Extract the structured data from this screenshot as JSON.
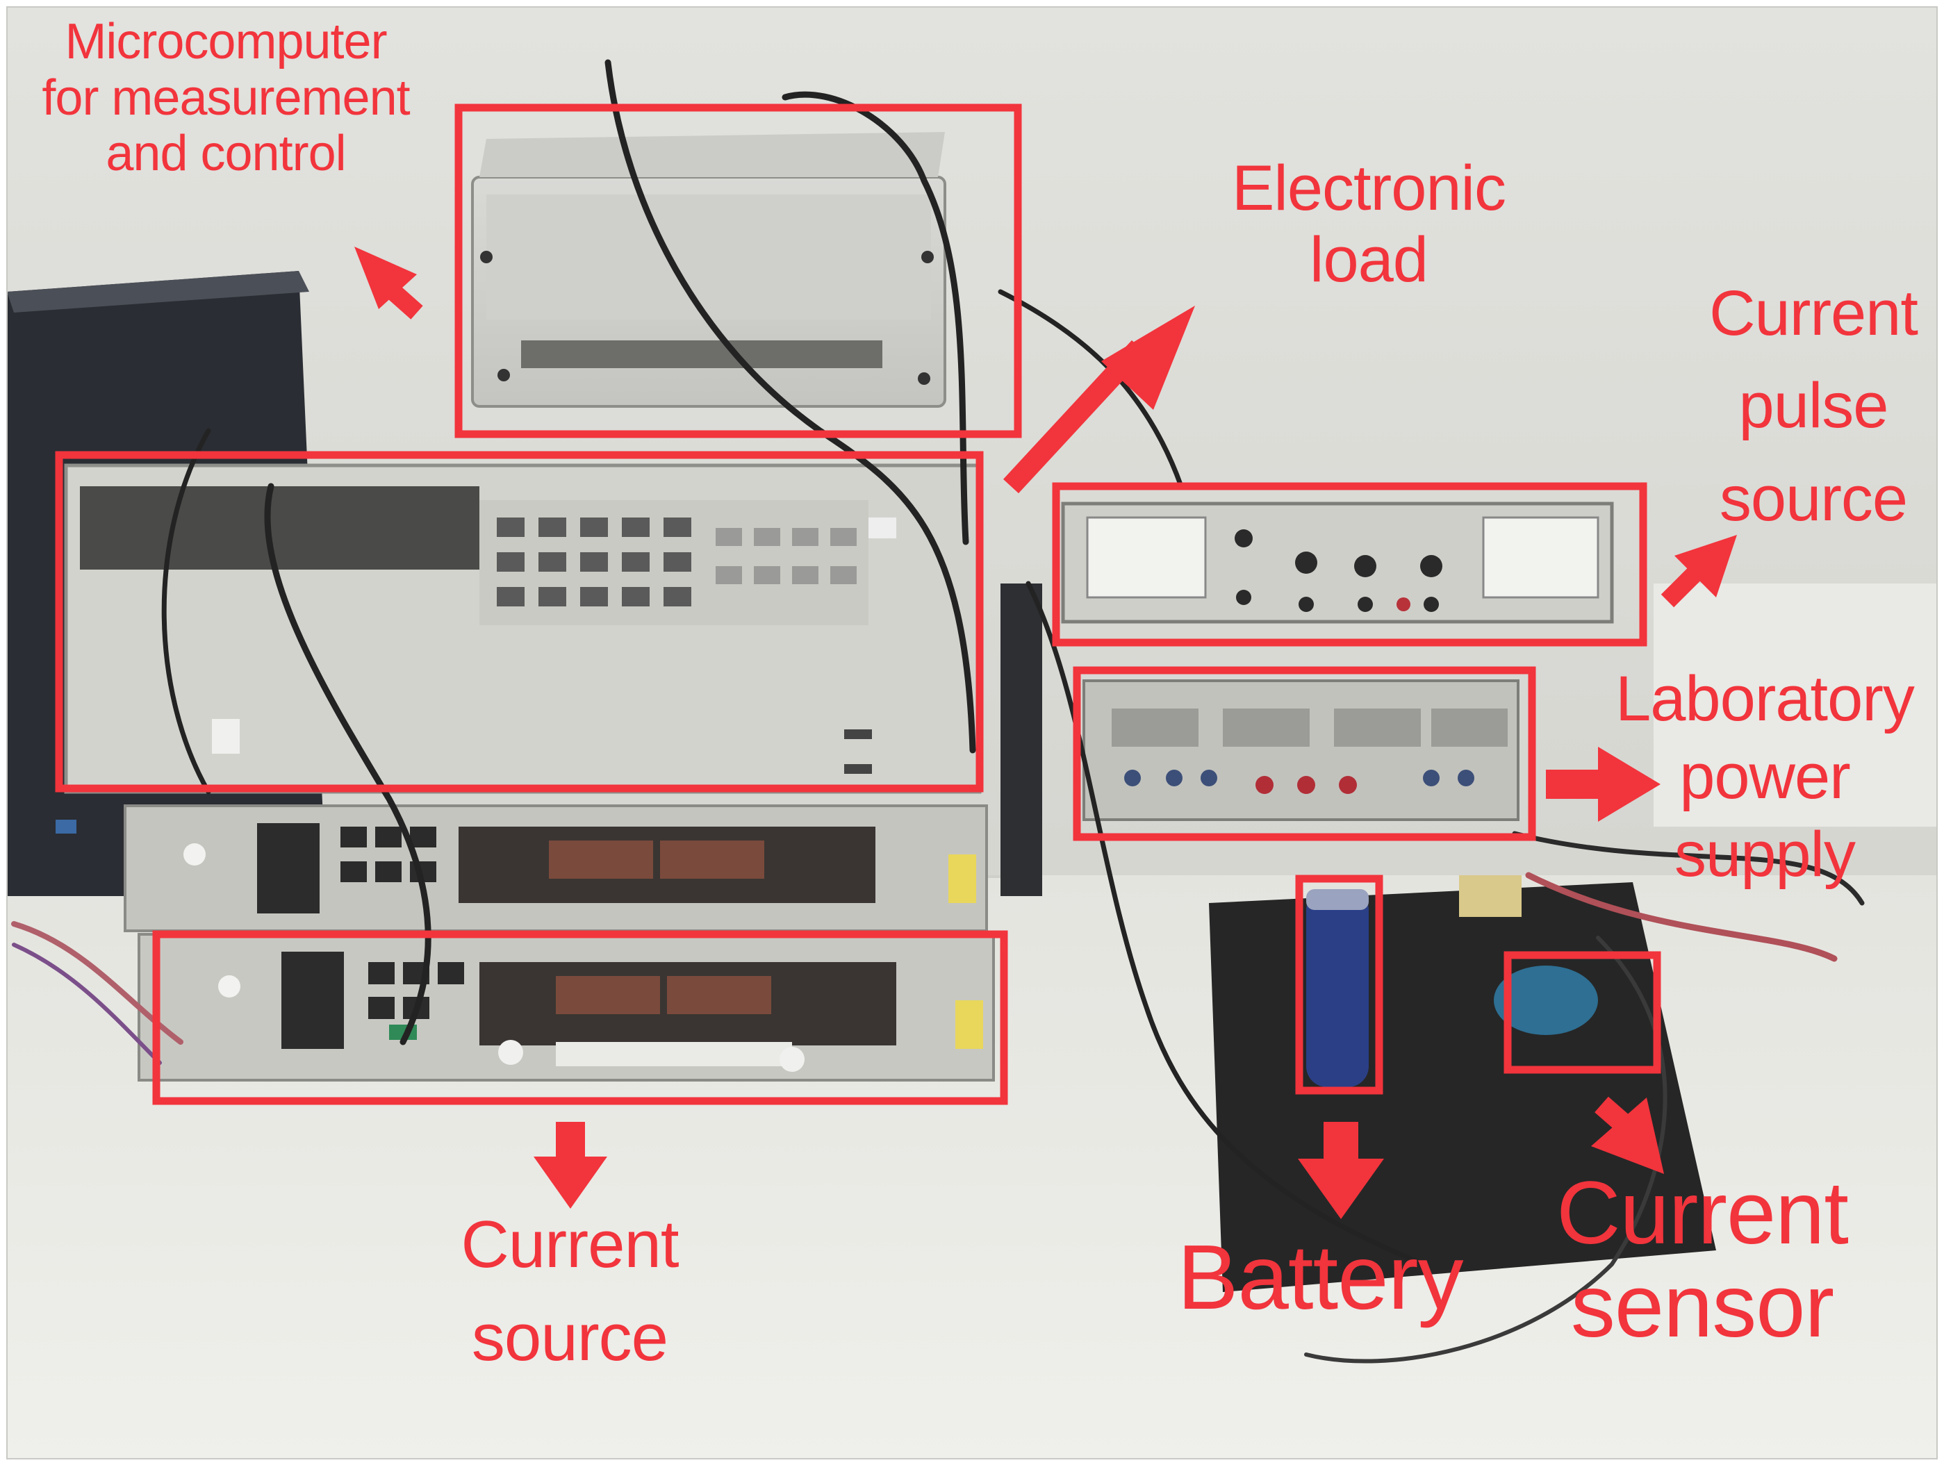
{
  "figure": {
    "colors": {
      "annotation": "#f2343c",
      "wall": "#dcdcd8",
      "bench": "#e6e6e1"
    },
    "labels": {
      "microcomputer": [
        "Microcomputer",
        "for measurement",
        "and control"
      ],
      "electronic_load": [
        "Electronic",
        "load"
      ],
      "current_pulse_source": [
        "Current",
        "pulse",
        "source"
      ],
      "laboratory_power_supply": [
        "Laboratory",
        "power",
        "supply"
      ],
      "current_source": [
        "Current",
        "source"
      ],
      "battery": [
        "Battery"
      ],
      "current_sensor": [
        "Current",
        "sensor"
      ]
    }
  }
}
